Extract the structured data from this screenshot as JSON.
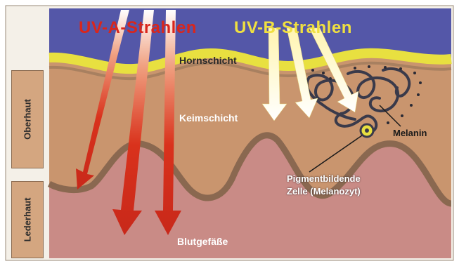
{
  "diagram": {
    "title_uva": "UV-A-Strahlen",
    "title_uvb": "UV-B-Strahlen",
    "label_hornschicht": "Hornschicht",
    "label_keimschicht": "Keimschicht",
    "label_melanin": "Melanin",
    "label_pigment_line1": "Pigmentbildende",
    "label_pigment_line2": "Zelle (Melanozyt)",
    "label_blutgefaesse": "Blutgefäße",
    "side_oberhaut": "Oberhaut",
    "side_lederhaut": "Lederhaut",
    "colors": {
      "sky": "#5457a8",
      "horn_layer": "#e8e040",
      "epidermis": "#c9956e",
      "dermis": "#c98b86",
      "uva_arrow": "#d9321c",
      "uvb_arrow": "#fff7c8",
      "melanin": "#3a3a4a"
    }
  }
}
